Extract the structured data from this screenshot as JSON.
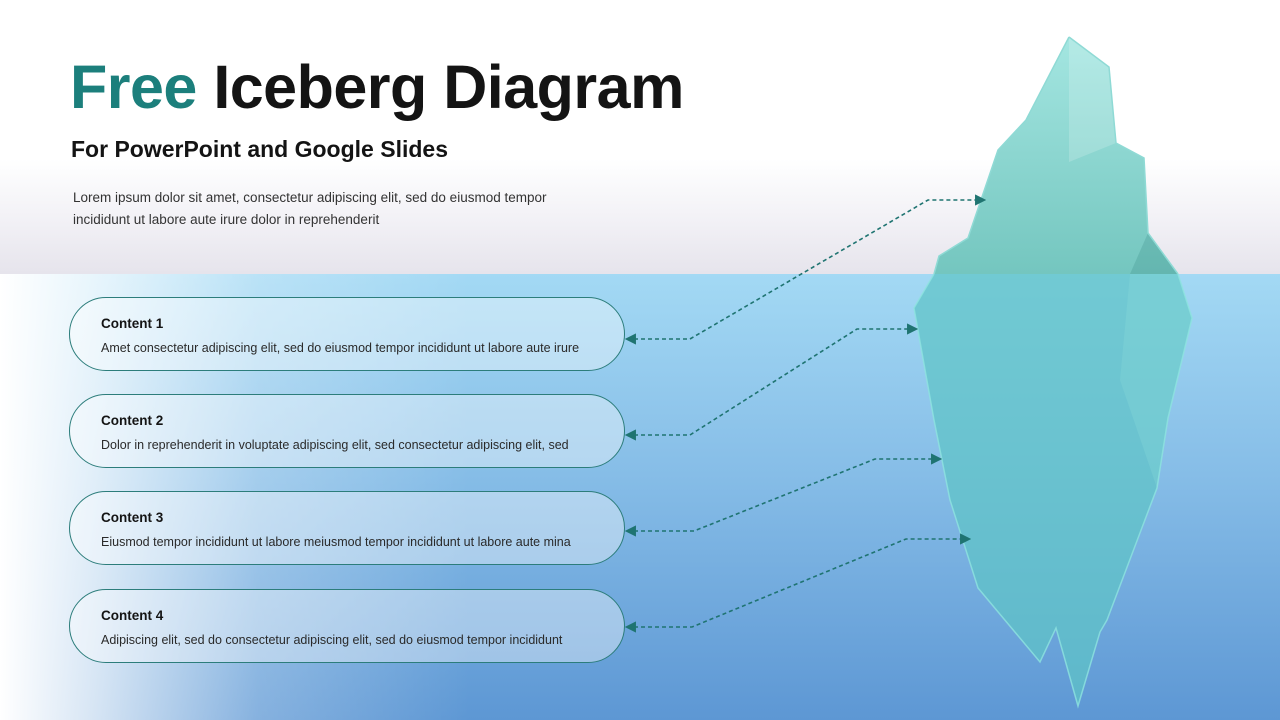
{
  "title": {
    "accent": "Free",
    "rest": "Iceberg Diagram"
  },
  "subtitle": "For PowerPoint and Google Slides",
  "description": "Lorem ipsum dolor sit amet, consectetur adipiscing elit, sed do eiusmod tempor incididunt ut labore aute irure dolor in reprehenderit",
  "contents": [
    {
      "title": "Content 1",
      "text": "Amet consectetur adipiscing elit, sed do eiusmod tempor incididunt ut labore aute irure"
    },
    {
      "title": "Content 2",
      "text": "Dolor in reprehenderit in voluptate adipiscing elit, sed consectetur adipiscing elit, sed"
    },
    {
      "title": "Content 3",
      "text": "Eiusmod tempor incididunt ut labore meiusmod tempor incididunt ut labore aute mina"
    },
    {
      "title": "Content 4",
      "text": "Adipiscing elit, sed do consectetur adipiscing elit, sed do eiusmod tempor incididunt"
    }
  ],
  "colors": {
    "accent": "#1c7f7c",
    "connector": "#1f7471",
    "ice": "#6cc9c8",
    "water_top": "#a3d9f4",
    "water_bottom": "#5d97d4"
  }
}
